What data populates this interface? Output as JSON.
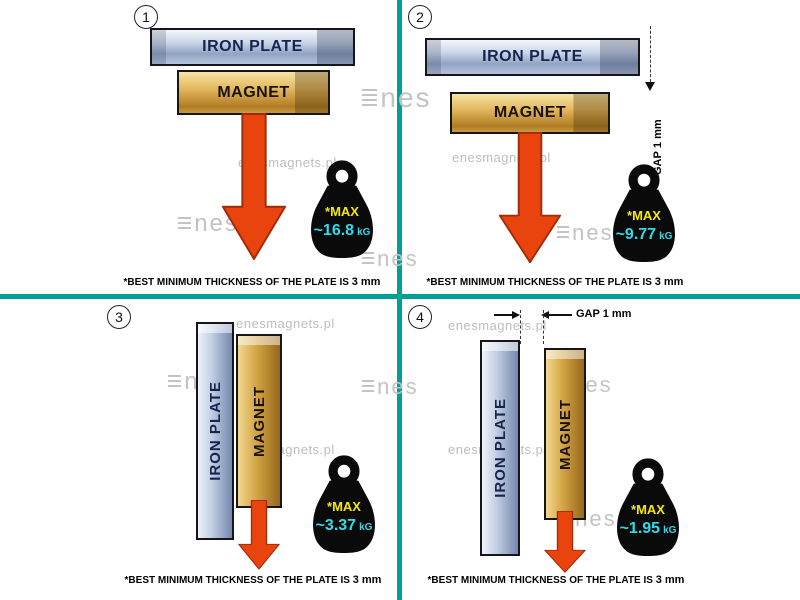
{
  "watermark": {
    "site": "enesmagnets.pl",
    "logo": "nes"
  },
  "colors": {
    "divider": "#00a096",
    "arrow": "#e9430e",
    "max_label": "#f7e800",
    "value": "#2fdbe8"
  },
  "panels": [
    {
      "number": "1",
      "plate_label": "IRON PLATE",
      "magnet_label": "MAGNET",
      "max_label": "*MAX",
      "value": "~16.8",
      "unit": "kG",
      "footer_text": "*BEST MINIMUM THICKNESS OF THE PLATE IS",
      "footer_bold": "3 mm"
    },
    {
      "number": "2",
      "plate_label": "IRON PLATE",
      "magnet_label": "MAGNET",
      "max_label": "*MAX",
      "value": "~9.77",
      "unit": "kG",
      "gap_label": "GAP",
      "gap_value": "1 mm",
      "footer_text": "*BEST MINIMUM THICKNESS OF THE PLATE IS",
      "footer_bold": "3 mm"
    },
    {
      "number": "3",
      "plate_label": "IRON PLATE",
      "magnet_label": "MAGNET",
      "max_label": "*MAX",
      "value": "~3.37",
      "unit": "kG",
      "footer_text": "*BEST MINIMUM THICKNESS OF THE PLATE IS",
      "footer_bold": "3 mm"
    },
    {
      "number": "4",
      "plate_label": "IRON PLATE",
      "magnet_label": "MAGNET",
      "max_label": "*MAX",
      "value": "~1.95",
      "unit": "kG",
      "gap_label": "GAP",
      "gap_value": "1 mm",
      "footer_text": "*BEST MINIMUM THICKNESS OF THE PLATE IS",
      "footer_bold": "3 mm"
    }
  ]
}
